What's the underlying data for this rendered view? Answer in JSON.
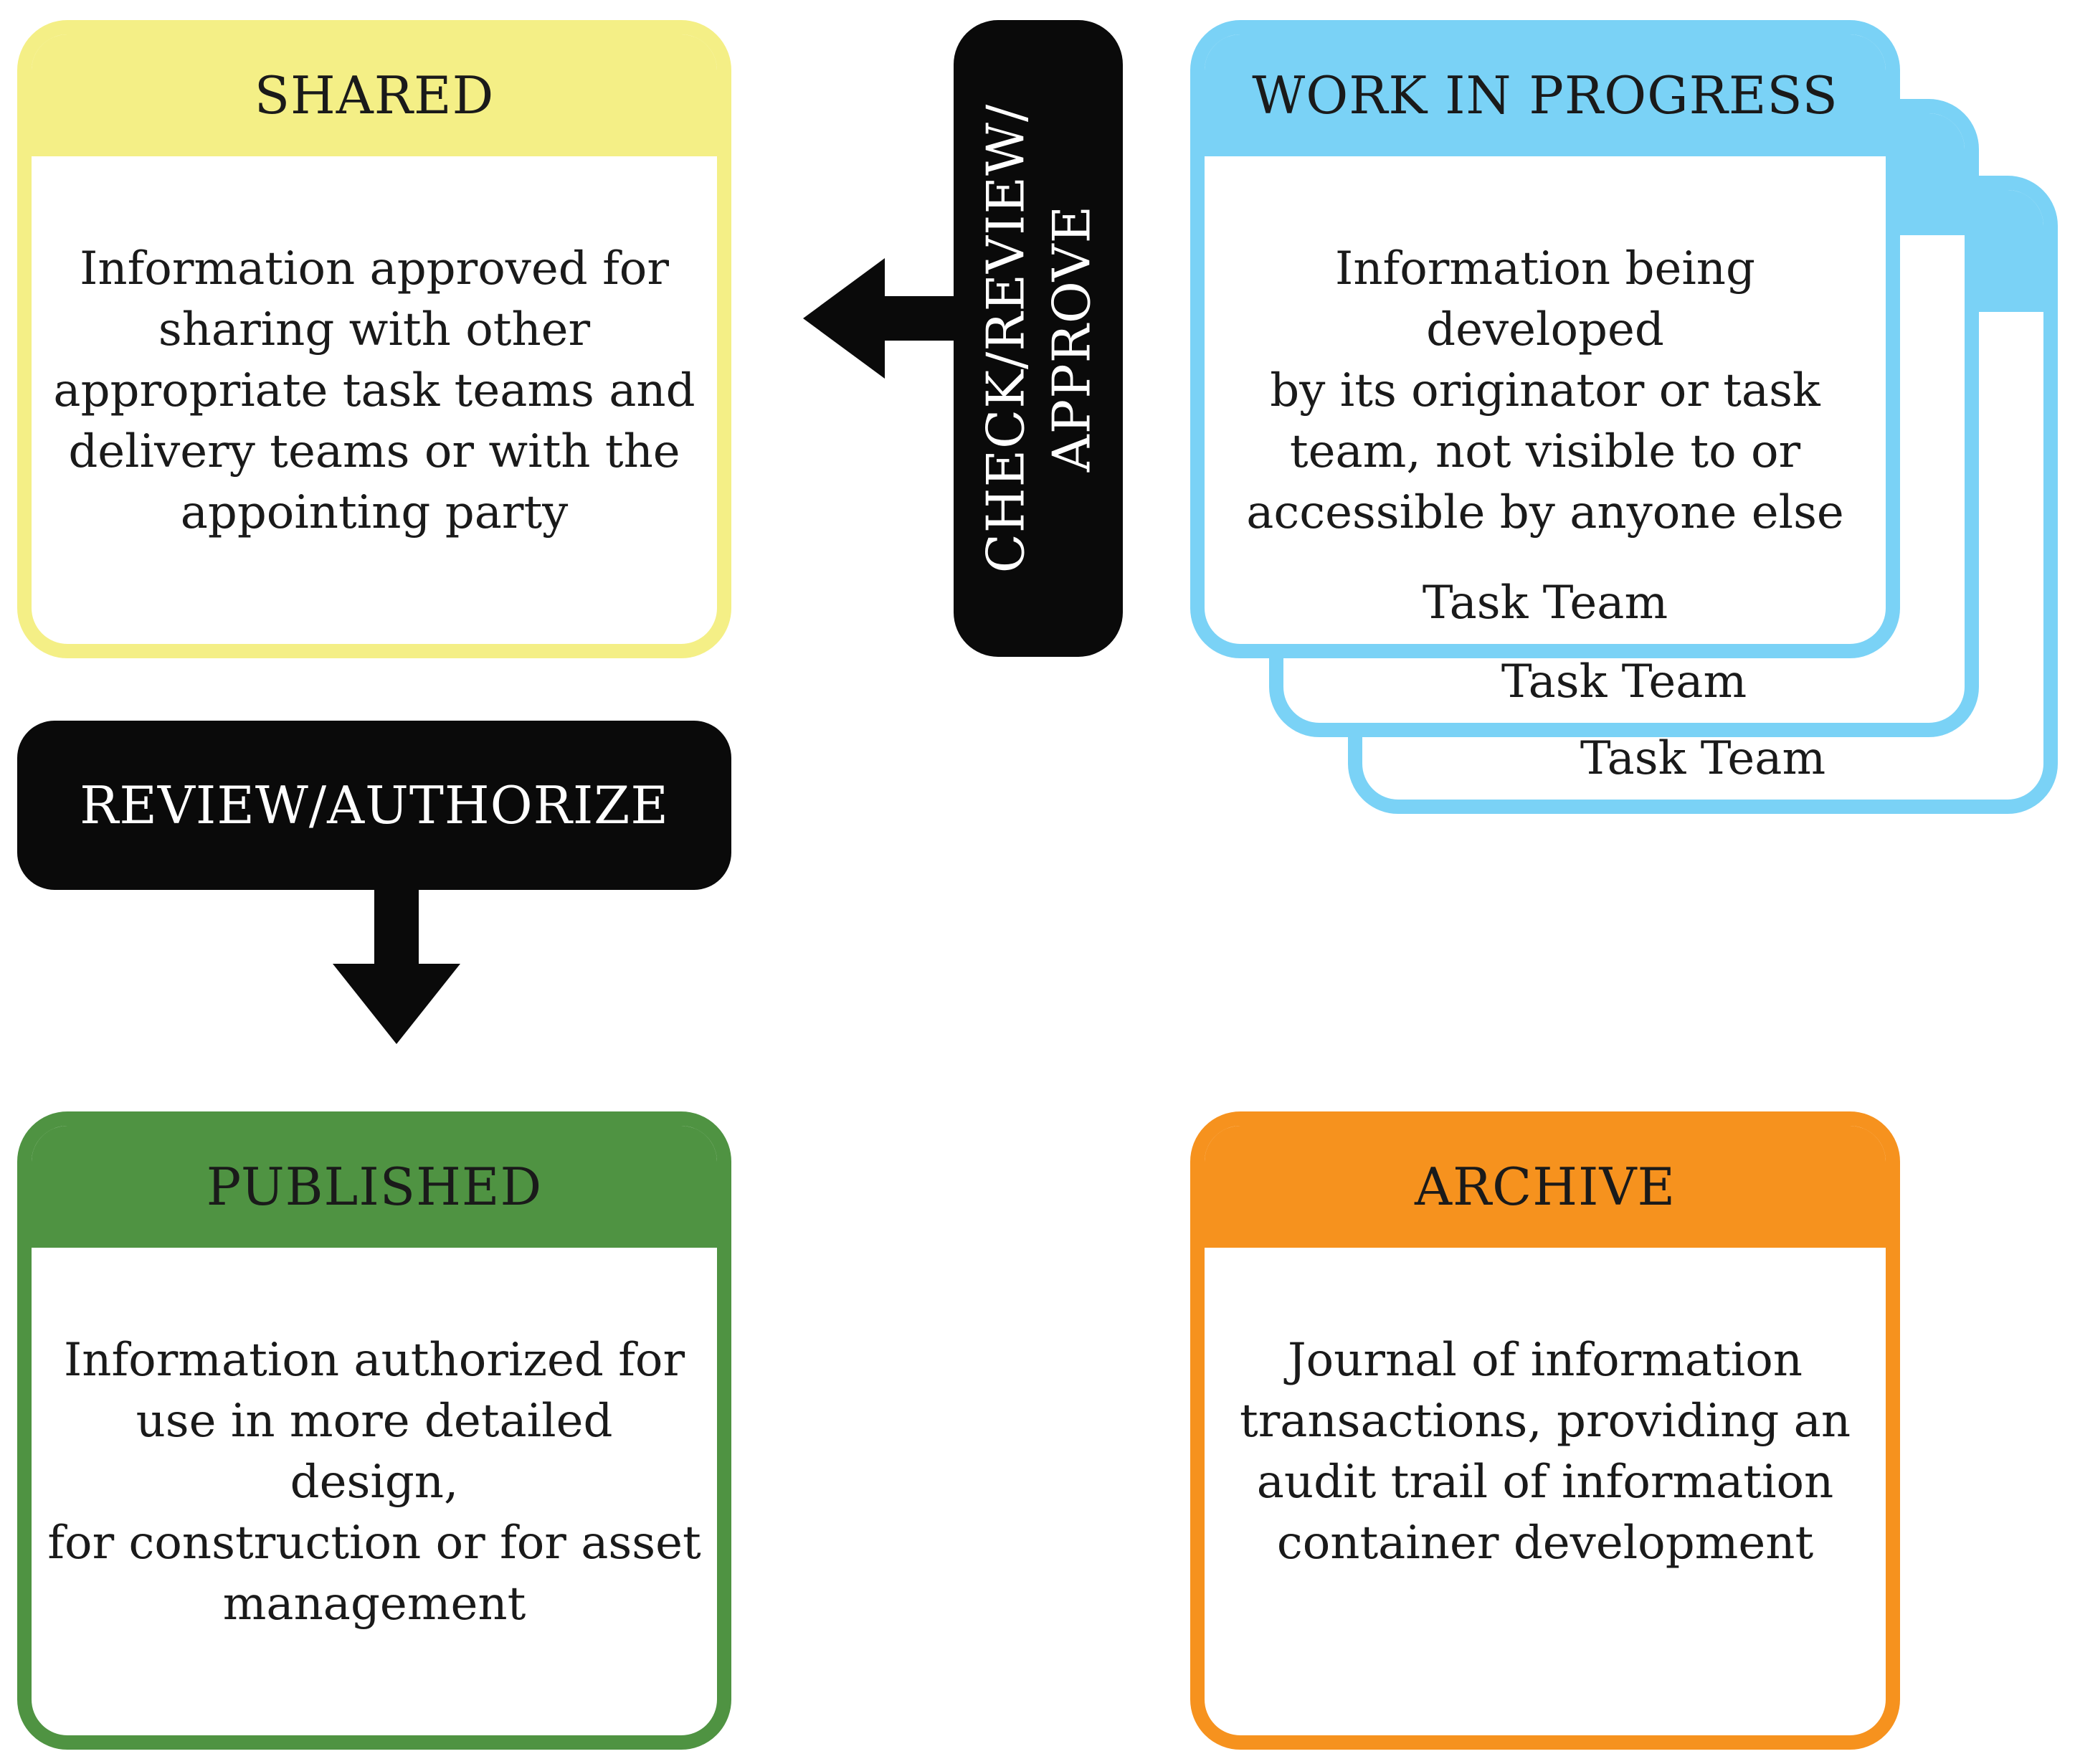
{
  "states": {
    "shared": {
      "title": "SHARED",
      "description": "Information approved for\nsharing with other\nappropriate task teams and\ndelivery teams or with the\nappointing party",
      "color": "#f4ef86"
    },
    "work_in_progress": {
      "title": "WORK IN PROGRESS",
      "description": "Information being developed\nby its originator or task\nteam, not visible to or\naccessible by anyone else",
      "color": "#7ad2f6",
      "task_teams": [
        "Task Team",
        "Task Team",
        "Task Team"
      ]
    },
    "published": {
      "title": "PUBLISHED",
      "description": "Information authorized for\nuse in more detailed design,\nfor construction or for asset\nmanagement",
      "color": "#4f9342"
    },
    "archive": {
      "title": "ARCHIVE",
      "description": "Journal of information\ntransactions, providing an\naudit trail of information\ncontainer development",
      "color": "#f6921e"
    }
  },
  "transitions": {
    "check_review_approve": "CHECK/REVIEW/\nAPPROVE",
    "review_authorize": "REVIEW/AUTHORIZE"
  }
}
